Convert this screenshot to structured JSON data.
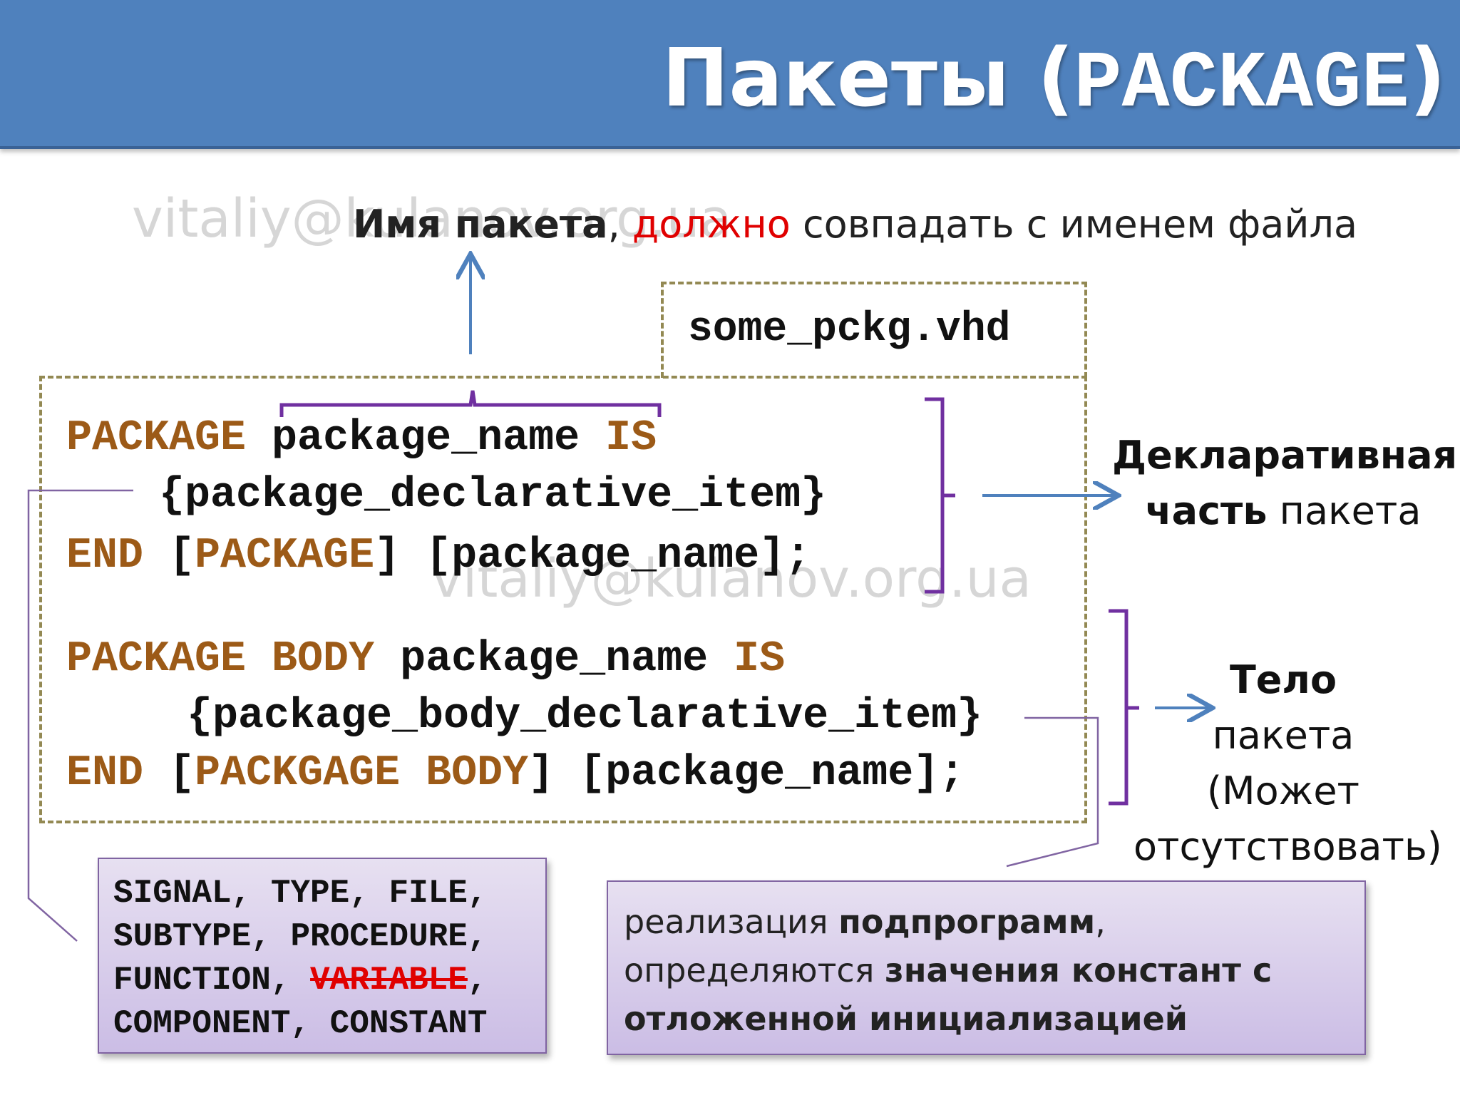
{
  "title": {
    "prefix": "Пакеты (",
    "keyword": "PACKAGE",
    "suffix": ")"
  },
  "watermark": "vitaliy@kulanov.org.ua",
  "name_caption": {
    "part1": "Имя пакета",
    "part2": ", ",
    "part3": "должно",
    "part4": " совпадать с именем файла"
  },
  "file_name": "some_pckg.vhd",
  "code": {
    "line1": {
      "kw1": "PACKAGE",
      "text": " package_name ",
      "kw2": "IS"
    },
    "line2": {
      "text": "{package_declarative_item}"
    },
    "line3": {
      "kw1": "END",
      "p1": " [",
      "kw2": "PACKAGE",
      "p2": "] [package_name];"
    },
    "line4": {
      "kw1": "PACKAGE BODY",
      "text": " package_name ",
      "kw2": "IS"
    },
    "line5": {
      "text": "{package_body_declarative_item}"
    },
    "line6": {
      "kw1": "END",
      "p1": " [",
      "kw2": "PACKGAGE BODY",
      "p2": "] [package_name];"
    }
  },
  "decl_label": {
    "line1": "Декларативная",
    "line2_bold": "часть",
    "line2_rest": " пакета"
  },
  "body_label": {
    "line1": "Тело",
    "line2": "пакета",
    "line3": "(Может",
    "line4": "отсутствовать)"
  },
  "items_note": {
    "part1": "SIGNAL, TYPE, FILE, SUBTYPE, PROCEDURE, FUNCTION, ",
    "struck": "VARIABLE",
    "part2": ", COMPONENT, CONSTANT"
  },
  "body_note": {
    "p1": "реализация ",
    "b1": "подпрограмм",
    "p2": ", определяются ",
    "b2": "значения констант с отложенной инициализацией"
  },
  "colors": {
    "title_bg": "#4f81bd",
    "keyword": "#9c5a17",
    "emphasis_red": "#e00000",
    "bracket_purple": "#7030a0",
    "arrow_blue": "#4f81bd",
    "dashed_border": "#938953"
  }
}
